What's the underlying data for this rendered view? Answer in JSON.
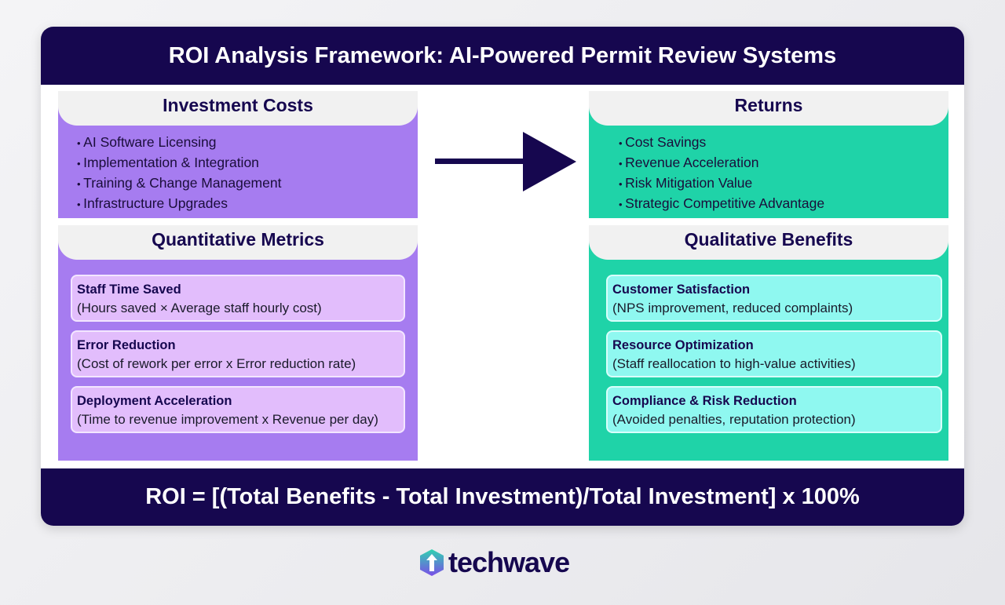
{
  "title": "ROI Analysis Framework: AI-Powered Permit Review Systems",
  "investment": {
    "title": "Investment Costs",
    "items": [
      "AI Software Licensing",
      "Implementation & Integration",
      "Training & Change Management",
      "Infrastructure Upgrades"
    ]
  },
  "returns": {
    "title": "Returns",
    "items": [
      "Cost Savings",
      "Revenue Acceleration",
      "Risk Mitigation Value",
      "Strategic Competitive Advantage"
    ]
  },
  "quant": {
    "title": "Quantitative Metrics",
    "boxes": [
      {
        "title": "Staff Time Saved",
        "desc": "(Hours saved × Average staff hourly cost)"
      },
      {
        "title": "Error Reduction",
        "desc": "(Cost of rework per error x Error reduction rate)"
      },
      {
        "title": "Deployment Acceleration",
        "desc": "(Time to revenue improvement x Revenue per day)"
      }
    ]
  },
  "qual": {
    "title": "Qualitative Benefits",
    "boxes": [
      {
        "title": "Customer Satisfaction",
        "desc": "(NPS improvement, reduced complaints)"
      },
      {
        "title": "Resource Optimization",
        "desc": "(Staff reallocation to high-value activities)"
      },
      {
        "title": "Compliance & Risk Reduction",
        "desc": "(Avoided penalties, reputation protection)"
      }
    ]
  },
  "formula": "ROI = [(Total Benefits - Total Investment)/Total Investment] x 100%",
  "logo": "techwave",
  "colors": {
    "navy": "#16074f",
    "purple": "#a67cf0",
    "teal": "#1fd3a8"
  }
}
